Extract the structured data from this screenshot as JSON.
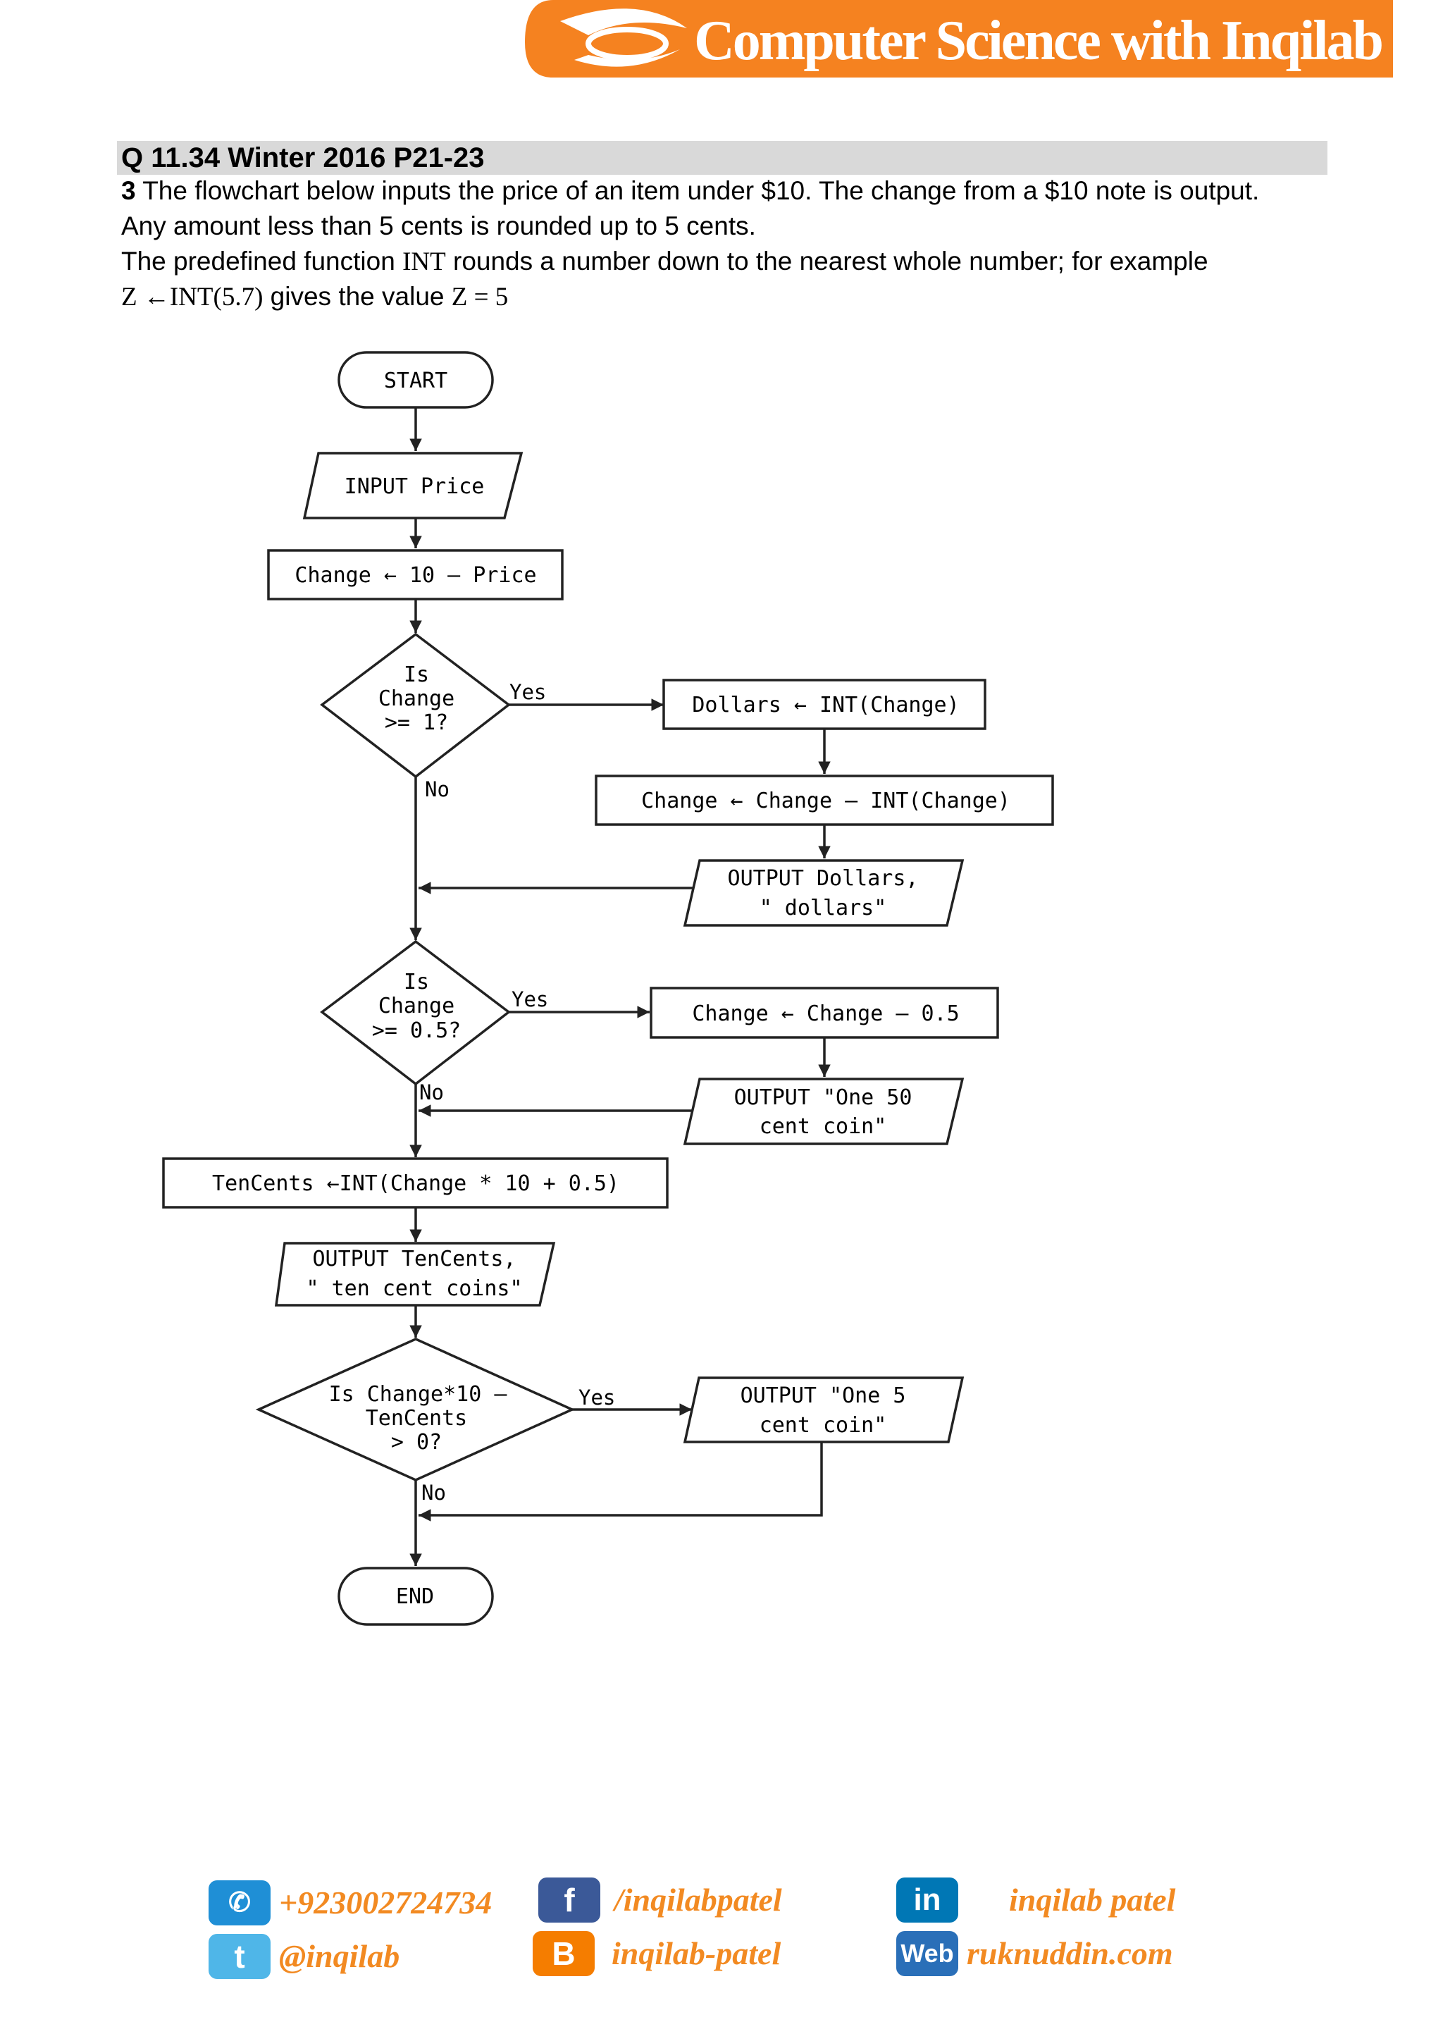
{
  "header": {
    "title": "Computer Science with Inqilab Patel",
    "banner_color": "#f58220"
  },
  "question": {
    "heading": "Q 11.34 Winter 2016 P21-23",
    "number": "3",
    "line1": "The flowchart below inputs the price of an item under $10. The change from a $10 note is output.",
    "line2": "Any amount less than 5 cents is rounded up to 5 cents.",
    "line3_a": "The predefined function ",
    "line3_func": "INT",
    "line3_b": " rounds a number down to the nearest whole number; for example",
    "line4_expr": "Z ←INT(5.7)",
    "line4_mid": " gives the value ",
    "line4_result": "Z = 5"
  },
  "flowchart": {
    "start": "START",
    "input": "INPUT Price",
    "assign_change": "Change ← 10 – Price",
    "decision1": [
      "Is",
      "Change",
      ">= 1?"
    ],
    "yes1": "Yes",
    "no1": "No",
    "assign_dollars": "Dollars ← INT(Change)",
    "assign_change2": "Change ← Change – INT(Change)",
    "output_dollars": [
      "OUTPUT Dollars,",
      "\" dollars\""
    ],
    "decision2": [
      "Is",
      "Change",
      ">= 0.5?"
    ],
    "yes2": "Yes",
    "no2": "No",
    "assign_change3": "Change ← Change – 0.5",
    "output_fifty": [
      "OUTPUT \"One 50",
      "cent coin\""
    ],
    "assign_tencents": "TenCents ←INT(Change * 10 + 0.5)",
    "output_tencents": [
      "OUTPUT TenCents,",
      "\" ten cent coins\""
    ],
    "decision3": [
      "Is Change*10 –",
      "TenCents",
      "> 0?"
    ],
    "yes3": "Yes",
    "no3": "No",
    "output_five": [
      "OUTPUT \"One 5",
      "cent coin\""
    ],
    "end": "END"
  },
  "footer": {
    "phone": "+923002724734",
    "twitter": "@inqilab",
    "facebook": "/inqilabpatel",
    "blogger": "inqilab-patel",
    "linkedin": "inqilab patel",
    "web": "ruknuddin.com",
    "icon_labels": {
      "linkedin": "in",
      "web": "Web",
      "facebook": "f",
      "blogger": "B"
    }
  }
}
